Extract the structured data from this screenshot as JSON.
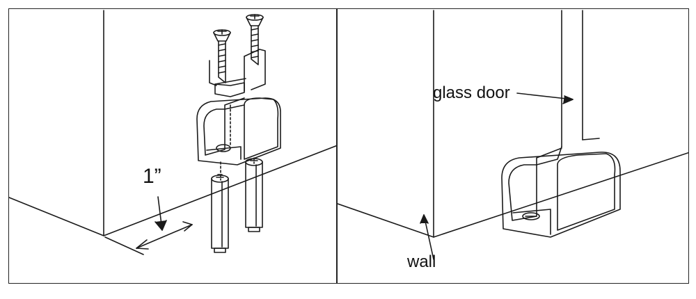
{
  "panels": {
    "left": {
      "dimension_label": "1”"
    },
    "right": {
      "glass_door_label": "glass door",
      "wall_label": "wall"
    }
  },
  "colors": {
    "line": "#1a1a1a",
    "background": "#ffffff"
  }
}
